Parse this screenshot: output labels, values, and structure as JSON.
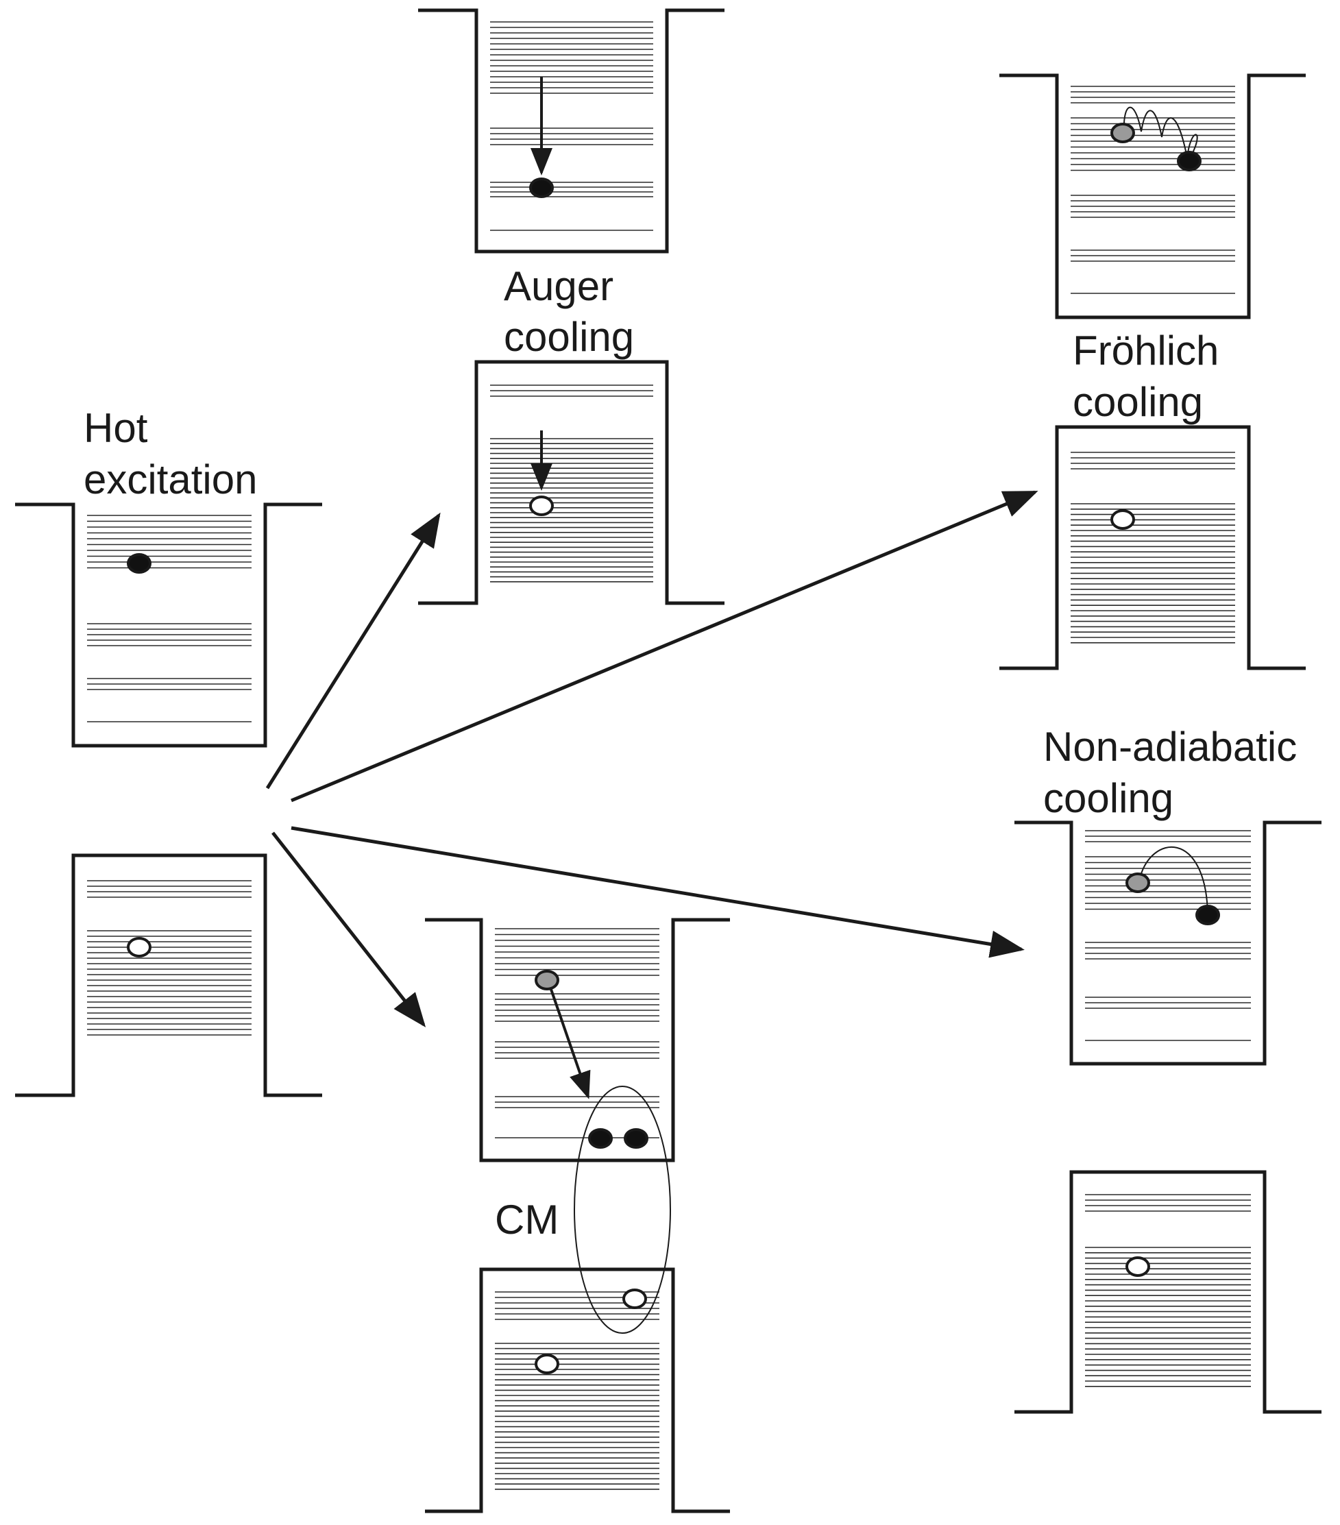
{
  "labels": {
    "hot_excitation": [
      "Hot",
      "excitation"
    ],
    "auger_cooling": [
      "Auger",
      "cooling"
    ],
    "frohlich_cooling": [
      "Fröhlich",
      "cooling"
    ],
    "nonadiabatic_cooling": [
      "Non-adiabatic",
      "cooling"
    ],
    "cm": "CM"
  },
  "colors": {
    "line": "#1a1a1a",
    "level": "#2a2a2a",
    "electron": "#111111",
    "excited_hole": "#9a9a9a",
    "hole": "#ffffff"
  }
}
